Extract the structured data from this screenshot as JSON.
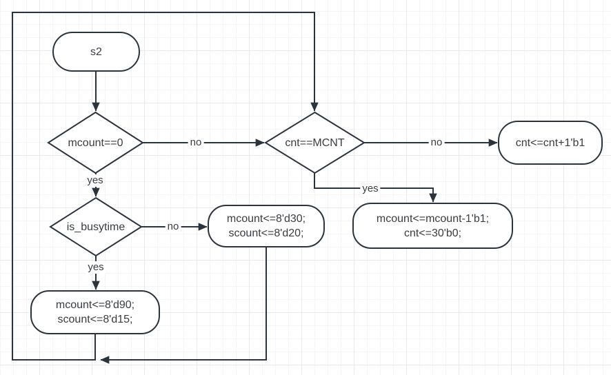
{
  "canvas": {
    "colors": {
      "background": "#ffffff",
      "stroke": "#2b333d",
      "node-fill": "#ffffff",
      "text": "#383d42",
      "grid-minor": "#f5f5f5",
      "grid-major": "#e9e9e9"
    }
  },
  "nodes": {
    "s2": {
      "type": "state",
      "label": "s2"
    },
    "mcount_check": {
      "type": "decision",
      "label": "mcount==0"
    },
    "cnt_check": {
      "type": "decision",
      "label": "cnt==MCNT"
    },
    "is_busytime_check": {
      "type": "decision",
      "label": "is_busytime"
    },
    "cnt_increment": {
      "type": "process",
      "label": "cnt<=cnt+1'b1"
    },
    "mcount_decrement": {
      "type": "process",
      "lines": [
        "mcount<=mcount-1'b1;",
        "cnt<=30'b0;"
      ]
    },
    "set_mcount_30": {
      "type": "process",
      "lines": [
        "mcount<=8'd30;",
        "scount<=8'd20;"
      ]
    },
    "set_mcount_90": {
      "type": "process",
      "lines": [
        "mcount<=8'd90;",
        "scount<=8'd15;"
      ]
    }
  },
  "edge_labels": {
    "mcount_no": "no",
    "mcount_yes": "yes",
    "cnt_no": "no",
    "cnt_yes": "yes",
    "busytime_no": "no",
    "busytime_yes": "yes"
  }
}
